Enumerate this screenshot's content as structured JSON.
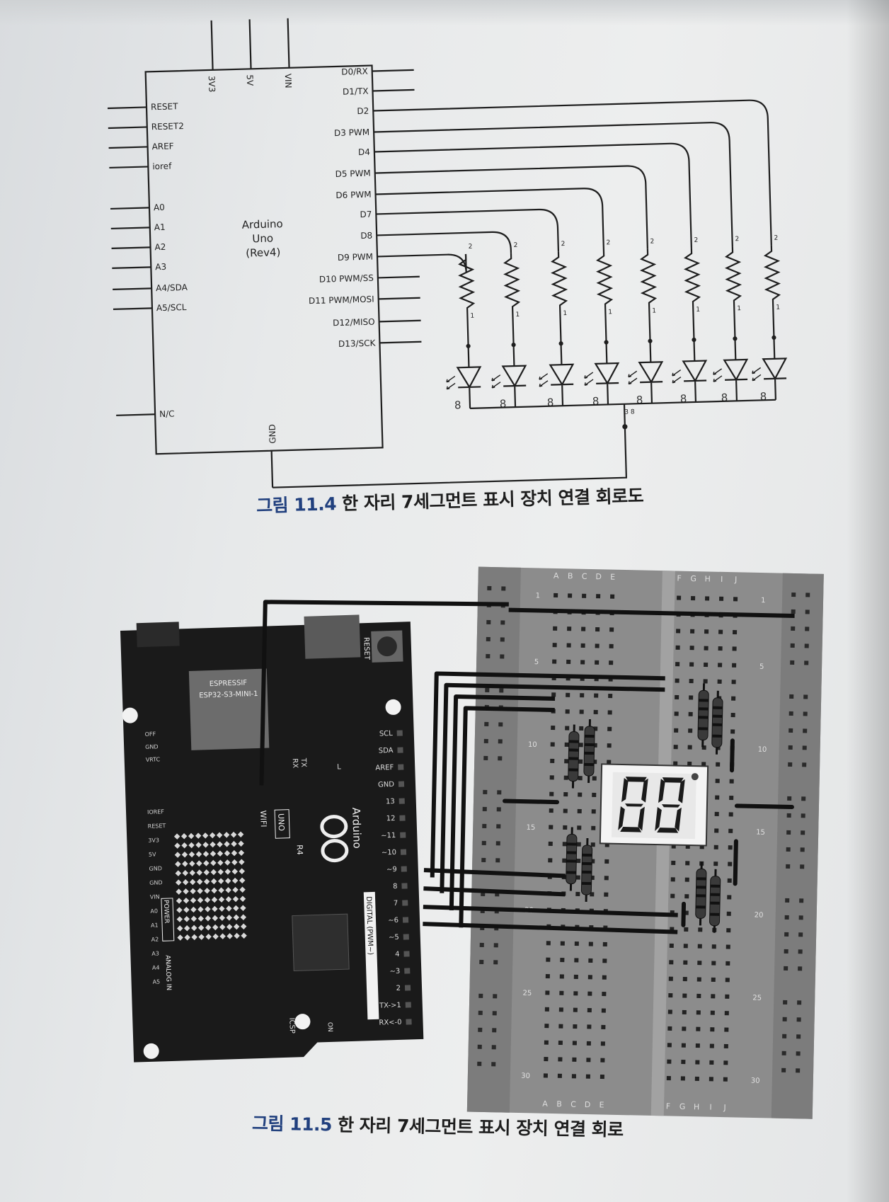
{
  "schematic": {
    "board_name": [
      "Arduino",
      "Uno",
      "(Rev4)"
    ],
    "top_pins": [
      "3V3",
      "5V",
      "VIN"
    ],
    "left_pins": [
      "RESET",
      "RESET2",
      "AREF",
      "ioref",
      "A0",
      "A1",
      "A2",
      "A3",
      "A4/SDA",
      "A5/SCL",
      "N/C"
    ],
    "right_pins": [
      "D0/RX",
      "D1/TX",
      "D2",
      "D3 PWM",
      "D4",
      "D5 PWM",
      "D6 PWM",
      "D7",
      "D8",
      "D9 PWM",
      "D10 PWM/SS",
      "D11 PWM/MOSI",
      "D12/MISO",
      "D13/SCK"
    ],
    "bottom_pin": "GND",
    "resistor_pin_top": "2",
    "resistor_pin_bottom": "1",
    "common_pin": "3 8",
    "segment_glyph": "8"
  },
  "captions": {
    "fig1_num": "그림 11.4",
    "fig1_text": "한 자리 7세그먼트 표시 장치 연결 회로도",
    "fig2_num": "그림 11.5",
    "fig2_text": "한 자리 7세그먼트 표시 장치 연결 회로"
  },
  "board": {
    "module": [
      "ESPRESSIF",
      "ESP32-S3-MINI-1"
    ],
    "reset_label": "RESET",
    "brand": "Arduino",
    "model": [
      "UNO",
      "R4",
      "WIFI"
    ],
    "left_header": [
      "IOREF",
      "RESET",
      "3V3",
      "5V",
      "GND",
      "GND",
      "VIN",
      "A0",
      "A1",
      "A2",
      "A3",
      "A4",
      "A5"
    ],
    "left_tags": [
      "OFF",
      "GND",
      "VRTC"
    ],
    "power_label": "POWER",
    "analog_label": "ANALOG IN",
    "right_header": [
      "SCL",
      "SDA",
      "AREF",
      "GND",
      "13",
      "12",
      "~11",
      "~10",
      "~9",
      "8",
      "7",
      "~6",
      "~5",
      "4",
      "~3",
      "2",
      "TX->1",
      "RX<-0"
    ],
    "digital_label": "DIGITAL (PWM~)",
    "tx": "TX",
    "rx": "RX",
    "l": "L",
    "on": "ON",
    "icsp": "ICSP"
  },
  "breadboard": {
    "columns": [
      "A",
      "B",
      "C",
      "D",
      "E",
      "F",
      "G",
      "H",
      "I",
      "J"
    ],
    "row_numbers": [
      "1",
      "5",
      "10",
      "15",
      "20",
      "25",
      "30"
    ]
  }
}
